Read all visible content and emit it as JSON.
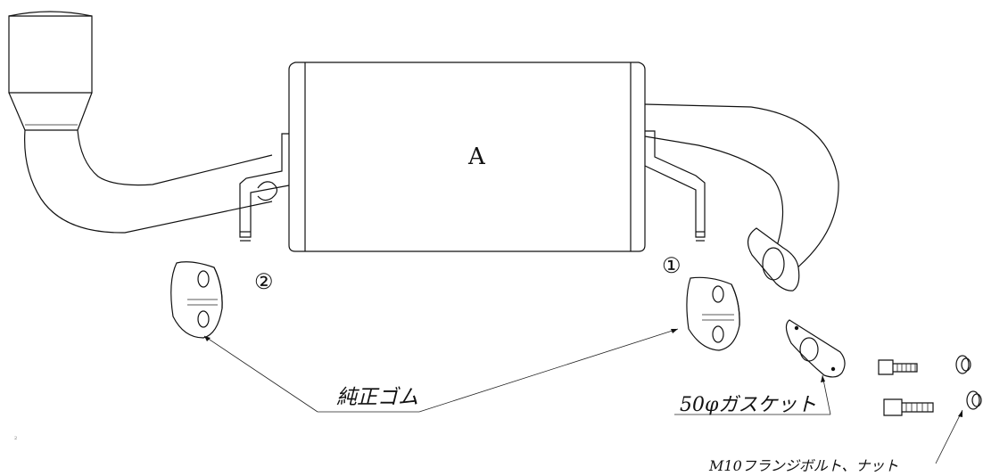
{
  "labels": {
    "main_label": "A",
    "marker_1": "①",
    "marker_2": "②",
    "rubber_label": "純正ゴム",
    "gasket_label": "50φガスケット",
    "bolt_label": "M10フランジボルト、ナット",
    "corner_mark": "2"
  }
}
